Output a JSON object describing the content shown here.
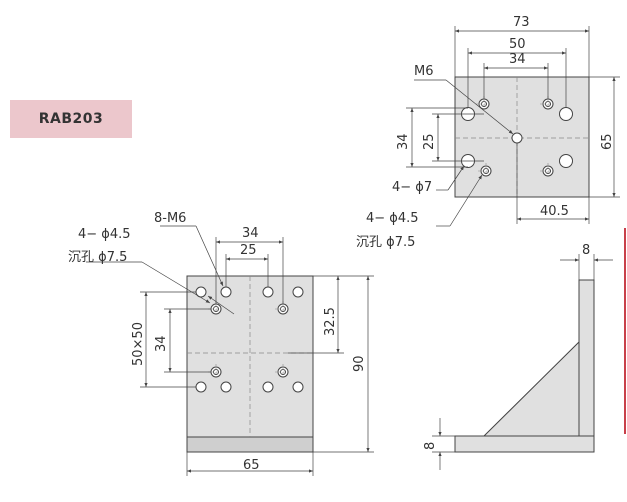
{
  "model": "RAB203",
  "colors": {
    "badge_bg": "#ecc7cc",
    "plate_fill": "#e0e0e0",
    "line": "#444444",
    "accent_rule": "#c8404a"
  },
  "top_view": {
    "dim_width": "73",
    "dim_outer_pitch": "50",
    "dim_inner_pitch": "34",
    "dim_height": "65",
    "dim_v_outer": "34",
    "dim_v_inner": "25",
    "dim_offset": "40.5",
    "callout_thread": "M6",
    "callout_through": "4− ϕ7",
    "callout_cbore_a": "4− ϕ4.5",
    "callout_cbore_b": "沉孔 ϕ7.5"
  },
  "front_view": {
    "callout_cbore_a": "4− ϕ4.5",
    "callout_cbore_b": "沉孔 ϕ7.5",
    "callout_thread": "8-M6",
    "dim_outer_pitch": "34",
    "dim_inner_pitch": "25",
    "dim_top_offset": "32.5",
    "dim_height": "90",
    "dim_width": "65",
    "dim_grid": "50×50",
    "dim_v_inner": "34"
  },
  "side_view": {
    "dim_thickness_top": "8",
    "dim_thickness_base": "8"
  }
}
